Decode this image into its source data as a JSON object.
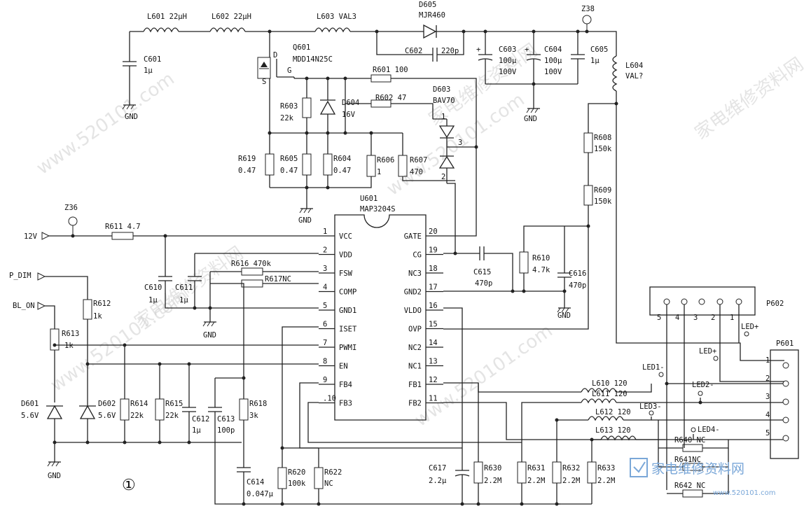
{
  "components": {
    "L601": {
      "ref": "L601",
      "val": "22μH"
    },
    "L602": {
      "ref": "L602",
      "val": "22μH"
    },
    "L603": {
      "ref": "L603",
      "val": "VAL3"
    },
    "D605": {
      "ref": "D605",
      "val": "MJR460"
    },
    "Z38": {
      "ref": "Z38"
    },
    "C601": {
      "ref": "C601",
      "val": "1μ"
    },
    "Q601": {
      "ref": "Q601",
      "val": "MDD14N25C",
      "d": "D",
      "g": "G",
      "s": "S"
    },
    "C602": {
      "ref": "C602",
      "val": "220p"
    },
    "C603": {
      "ref": "C603",
      "val": "100μ",
      "v": "100V"
    },
    "C604": {
      "ref": "C604",
      "val": "100μ",
      "v": "100V"
    },
    "C605": {
      "ref": "C605",
      "val": "1μ"
    },
    "L604": {
      "ref": "L604",
      "val": "VAL?"
    },
    "R601": {
      "ref": "R601",
      "val": "100"
    },
    "R602": {
      "ref": "R602",
      "val": "47"
    },
    "D603": {
      "ref": "D603",
      "val": "BAV70",
      "p1": "1",
      "p2": "2",
      "p3": "3"
    },
    "R603": {
      "ref": "R603",
      "val": "22k"
    },
    "D604": {
      "ref": "D604",
      "val": "16V"
    },
    "R619": {
      "ref": "R619",
      "val": "0.47"
    },
    "R605": {
      "ref": "R605",
      "val": "0.47"
    },
    "R604": {
      "ref": "R604",
      "val": "0.47"
    },
    "R606": {
      "ref": "R606",
      "val": "1"
    },
    "R607": {
      "ref": "R607",
      "val": "470"
    },
    "R608": {
      "ref": "R608",
      "val": "150k"
    },
    "R609": {
      "ref": "R609",
      "val": "150k"
    },
    "Z36": {
      "ref": "Z36"
    },
    "R611": {
      "ref": "R611",
      "val": "4.7"
    },
    "U601": {
      "ref": "U601",
      "val": "MAP3204S"
    },
    "R616": {
      "ref": "R616",
      "val": "470k"
    },
    "R617": {
      "ref": "R617",
      "val": "NC"
    },
    "C610": {
      "ref": "C610",
      "val": "1μ"
    },
    "C611": {
      "ref": "C611",
      "val": "1μ"
    },
    "R612": {
      "ref": "R612",
      "val": "1k"
    },
    "R613": {
      "ref": "R613",
      "val": "1k"
    },
    "D601": {
      "ref": "D601",
      "val": "5.6V"
    },
    "D602": {
      "ref": "D602",
      "val": "5.6V"
    },
    "R614": {
      "ref": "R614",
      "val": "22k"
    },
    "R615": {
      "ref": "R615",
      "val": "22k"
    },
    "C612": {
      "ref": "C612",
      "val": "1μ"
    },
    "C613": {
      "ref": "C613",
      "val": "100p"
    },
    "R618": {
      "ref": "R618",
      "val": "3k"
    },
    "C614": {
      "ref": "C614",
      "val": "0.047μ"
    },
    "R620": {
      "ref": "R620",
      "val": "100k"
    },
    "R622": {
      "ref": "R622",
      "val": "NC"
    },
    "C615": {
      "ref": "C615",
      "val": "470p"
    },
    "R610": {
      "ref": "R610",
      "val": "4.7k"
    },
    "C616": {
      "ref": "C616",
      "val": "470p"
    },
    "C617": {
      "ref": "C617",
      "val": "2.2μ"
    },
    "R630": {
      "ref": "R630",
      "val": "2.2M"
    },
    "R631": {
      "ref": "R631",
      "val": "2.2M"
    },
    "R632": {
      "ref": "R632",
      "val": "2.2M"
    },
    "R633": {
      "ref": "R633",
      "val": "2.2M"
    },
    "L610": {
      "ref": "L610",
      "val": "120"
    },
    "L611": {
      "ref": "L611",
      "val": "120"
    },
    "L612": {
      "ref": "L612",
      "val": "120"
    },
    "L613": {
      "ref": "L613",
      "val": "120"
    },
    "R640": {
      "ref": "R640",
      "val": "NC"
    },
    "R641": {
      "ref": "R641",
      "val": "NC"
    },
    "R642": {
      "ref": "R642",
      "val": "NC"
    },
    "P602": {
      "ref": "P602"
    },
    "P601": {
      "ref": "P601"
    }
  },
  "ic_pins_left": [
    {
      "n": "1",
      "name": "VCC"
    },
    {
      "n": "2",
      "name": "VDD"
    },
    {
      "n": "3",
      "name": "FSW"
    },
    {
      "n": "4",
      "name": "COMP"
    },
    {
      "n": "5",
      "name": "GND1"
    },
    {
      "n": "6",
      "name": "ISET"
    },
    {
      "n": "7",
      "name": "PWMI"
    },
    {
      "n": "8",
      "name": "EN"
    },
    {
      "n": "9",
      "name": "FB4"
    },
    {
      "n": ".10",
      "name": "FB3"
    }
  ],
  "ic_pins_right": [
    {
      "n": "20",
      "name": "GATE"
    },
    {
      "n": "19",
      "name": "CG"
    },
    {
      "n": "18",
      "name": "NC3"
    },
    {
      "n": "17",
      "name": "GND2"
    },
    {
      "n": "16",
      "name": "VLDO"
    },
    {
      "n": "15",
      "name": "OVP"
    },
    {
      "n": "14",
      "name": "NC2"
    },
    {
      "n": "13",
      "name": "NC1"
    },
    {
      "n": "12",
      "name": "FB1"
    },
    {
      "n": "11",
      "name": "FB2"
    }
  ],
  "nets": {
    "v12": "12V",
    "pdim": "P_DIM",
    "blon": "BL_ON",
    "gnd": "GND",
    "ledp1": "LED+",
    "ledp2": "LED+",
    "led1": "LED1-",
    "led2": "LED2-",
    "led3": "LED3-",
    "led4": "LED4-"
  },
  "p602_pins": [
    "5",
    "4",
    "3",
    "2",
    "1"
  ],
  "p601_pins": [
    "1",
    "2",
    "3",
    "4",
    "5"
  ],
  "marker": "①",
  "watermarks": [
    "家电维修资料网",
    "www.520101.com"
  ],
  "corner": {
    "brand": "家电维修资料网",
    "url": "www.520101.com"
  }
}
